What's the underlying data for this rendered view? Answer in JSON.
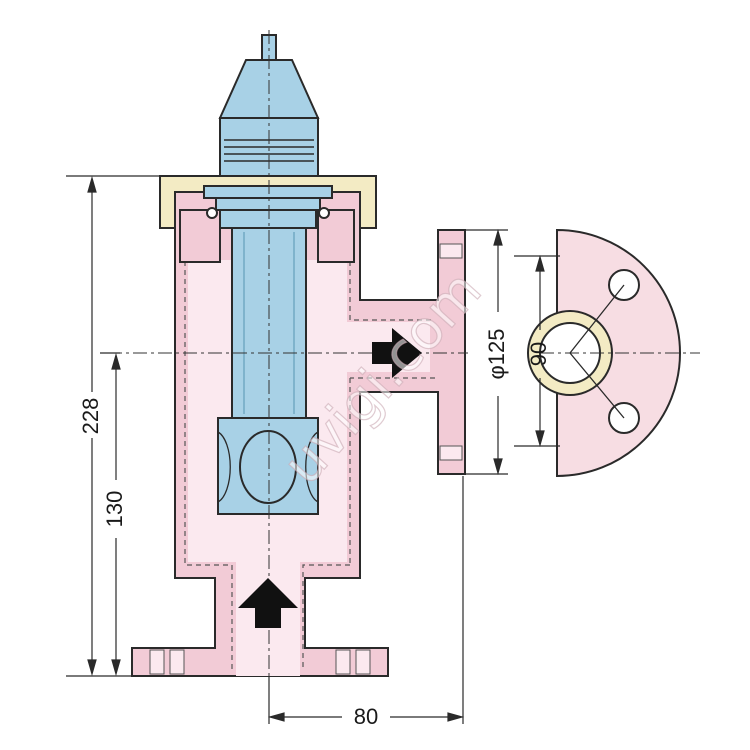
{
  "dimensions": {
    "height_total": "228",
    "height_inlet": "130",
    "outlet_offset": "80",
    "flange_diameter": "φ125",
    "bolt_circle": "90"
  },
  "watermark": "uvigi.com",
  "colors": {
    "body_pink": "#f2cbd6",
    "body_inner": "#fbe9ef",
    "lamp_blue": "#a8d1e6",
    "cap_yellow": "#f3ebc4",
    "flange_face": "#f7dde3",
    "outline": "#2a2a2a",
    "arrow": "#111111"
  },
  "icons": [
    "flow-arrow-up-icon",
    "flow-arrow-right-icon"
  ]
}
